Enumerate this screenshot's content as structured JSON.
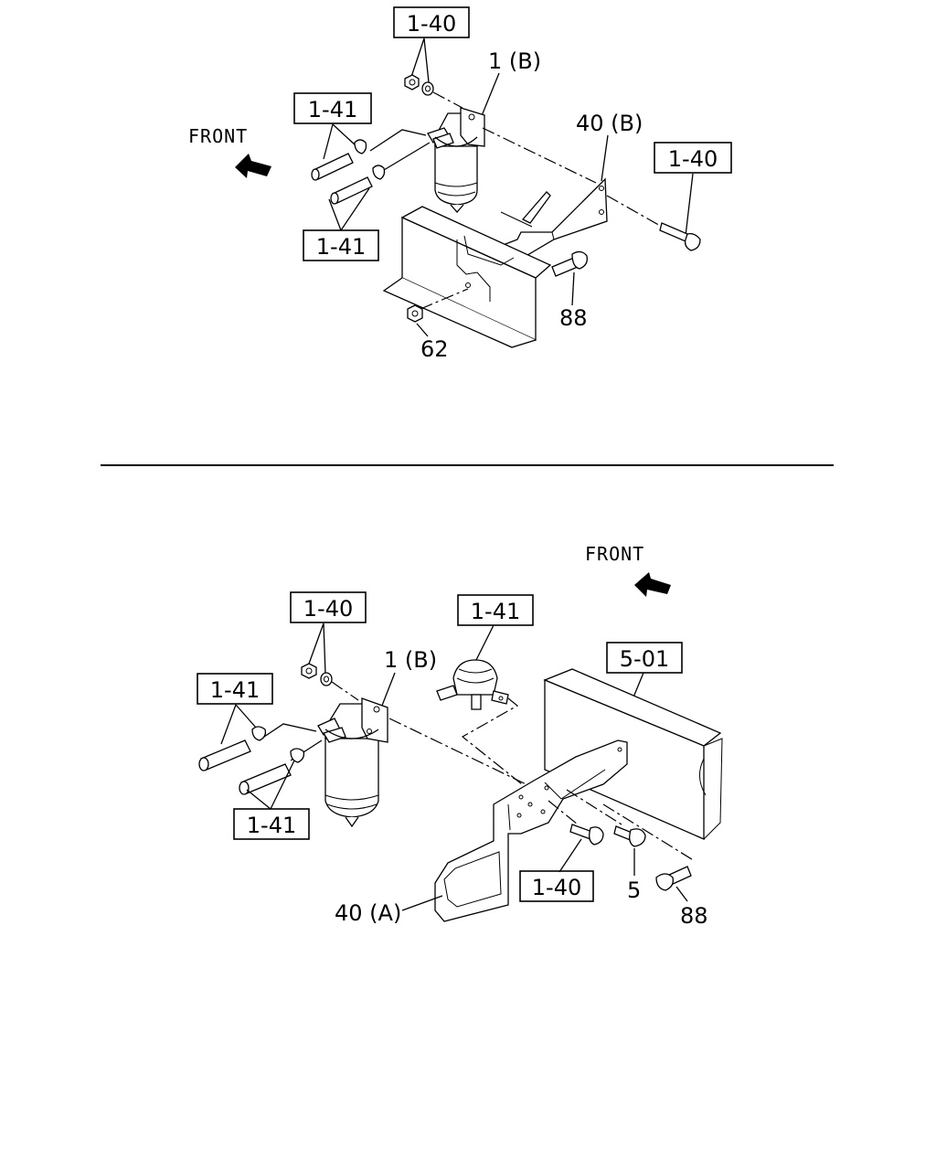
{
  "top_view": {
    "front_label": "FRONT",
    "refs": {
      "ref_1_40_top": "1-40",
      "ref_1_41_upper": "1-41",
      "ref_1_41_lower": "1-41",
      "ref_1_40_right": "1-40"
    },
    "labels": {
      "filter": "1 (B)",
      "bracket": "40 (B)",
      "bolt": "88",
      "nut": "62"
    }
  },
  "bottom_view": {
    "front_label": "FRONT",
    "refs": {
      "ref_1_40_top": "1-40",
      "ref_1_41_pump": "1-41",
      "ref_5_01": "5-01",
      "ref_1_41_upper": "1-41",
      "ref_1_41_lower": "1-41",
      "ref_1_40_bottom": "1-40"
    },
    "labels": {
      "filter": "1 (B)",
      "bracket": "40 (A)",
      "bolt_5": "5",
      "bolt_88": "88"
    }
  },
  "icons": [
    "front-arrow-icon"
  ]
}
